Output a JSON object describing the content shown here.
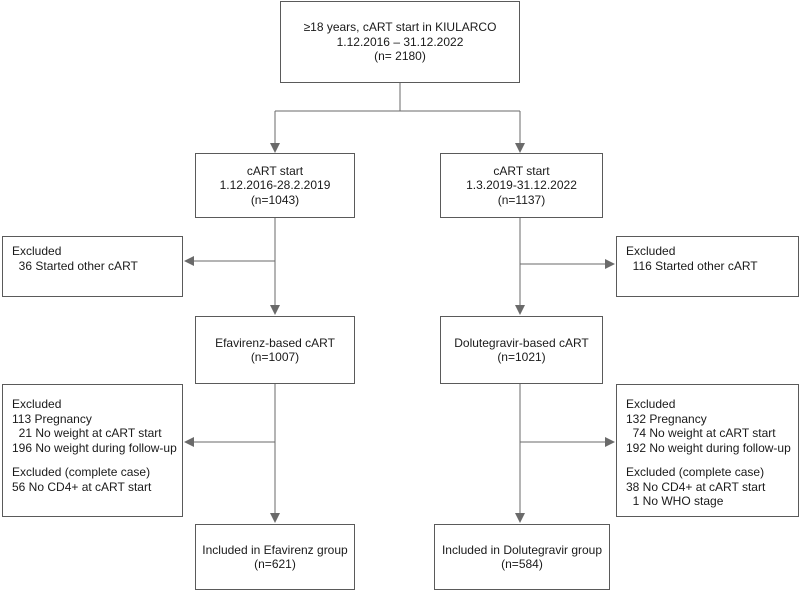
{
  "start": {
    "lines": [
      "≥18 years, cART start in KIULARCO",
      "1.12.2016 – 31.12.2022",
      "(n= 2180)"
    ]
  },
  "period_left": {
    "lines": [
      "cART start",
      "1.12.2016-28.2.2019",
      "(n=1043)"
    ]
  },
  "period_right": {
    "lines": [
      "cART start",
      "1.3.2019-31.12.2022",
      "(n=1137)"
    ]
  },
  "excluded_left_1": {
    "title": "Excluded",
    "items": [
      "  36 Started other cART"
    ]
  },
  "excluded_right_1": {
    "title": "Excluded",
    "items": [
      "  116 Started other cART"
    ]
  },
  "regimen_left": {
    "lines": [
      "Efavirenz-based cART",
      "(n=1007)"
    ]
  },
  "regimen_right": {
    "lines": [
      "Dolutegravir-based cART",
      "(n=1021)"
    ]
  },
  "excluded_left_2": {
    "title": "Excluded",
    "items": [
      "113 Pregnancy",
      "  21 No weight at cART start",
      "196 No weight during follow-up"
    ],
    "subtitle": "Excluded (complete case)",
    "subitems": [
      "56 No CD4+ at cART start"
    ]
  },
  "excluded_right_2": {
    "title": "Excluded",
    "items": [
      "132 Pregnancy",
      "  74 No weight at cART start",
      "192 No weight during follow-up"
    ],
    "subtitle": "Excluded (complete case)",
    "subitems": [
      "38 No CD4+ at cART start",
      "  1 No WHO stage"
    ]
  },
  "included_left": {
    "lines": [
      "Included in Efavirenz group",
      "(n=621)"
    ]
  },
  "included_right": {
    "lines": [
      "Included in Dolutegravir group",
      "(n=584)"
    ]
  },
  "colors": {
    "line": "#6a6a6a",
    "border": "#5a5a5a",
    "text": "#1a1a1a"
  }
}
